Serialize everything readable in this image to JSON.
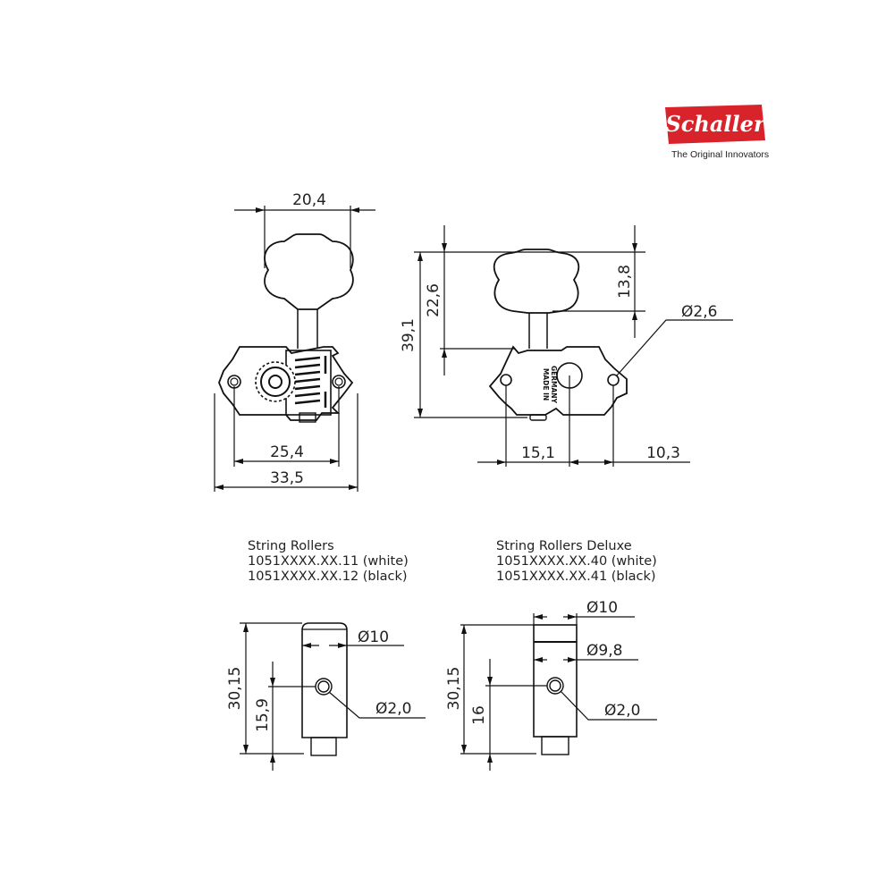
{
  "brand": {
    "name": "Schaller",
    "tagline": "The Original Innovators",
    "color": "#d9232a"
  },
  "front_view": {
    "dim_knob_width": "20,4",
    "dim_hole_spacing": "25,4",
    "dim_overall_width": "33,5"
  },
  "back_view": {
    "dim_total_height": "39,1",
    "dim_knob_to_plate": "22,6",
    "dim_knob_height": "13,8",
    "dim_hole_diameter": "Ø2,6",
    "dim_center_to_post": "15,1",
    "dim_post_to_hole": "10,3",
    "stamp": "MADE IN GERMANY"
  },
  "rollers_standard": {
    "title": "String Rollers",
    "line1": "1051XXXX.XX.11 (white)",
    "line2": "1051XXXX.XX.12 (black)",
    "dim_height": "30,15",
    "dim_hole_height": "15,9",
    "dim_diameter": "Ø10",
    "dim_hole_diameter": "Ø2,0"
  },
  "rollers_deluxe": {
    "title": "String Rollers Deluxe",
    "line1": "1051XXXX.XX.40 (white)",
    "line2": "1051XXXX.XX.41 (black)",
    "dim_height": "30,15",
    "dim_hole_height": "16",
    "dim_top_diameter": "Ø10",
    "dim_diameter": "Ø9,8",
    "dim_hole_diameter": "Ø2,0"
  }
}
